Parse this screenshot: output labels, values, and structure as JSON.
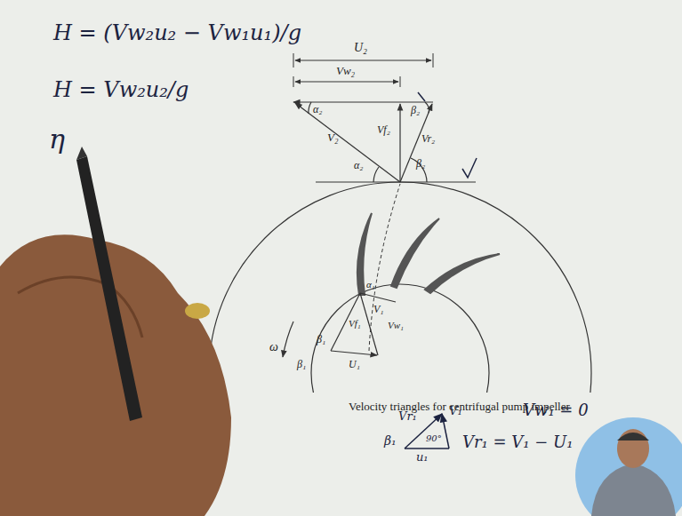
{
  "diagram": {
    "caption": "Velocity triangles for centrifugal pump impeller",
    "labels": [
      "H = (Vw₂u₂ − Vw₁u₁)/g",
      "H = Vw₂u₂/g",
      "η",
      "U₂",
      "Vw₂",
      "α₂",
      "β₂",
      "V₂",
      "Vf₂",
      "Vr₂",
      "α₂",
      "β₂",
      "ω",
      "V₁",
      "Vf₁",
      "β₁",
      "α₁",
      "Vw₁",
      "U₁",
      "β₁",
      "β₁",
      "Vr₁",
      "V₁",
      "u₁",
      "90°",
      "Vw₁ = 0",
      "Vr₁ = V₁ − U₁"
    ]
  }
}
